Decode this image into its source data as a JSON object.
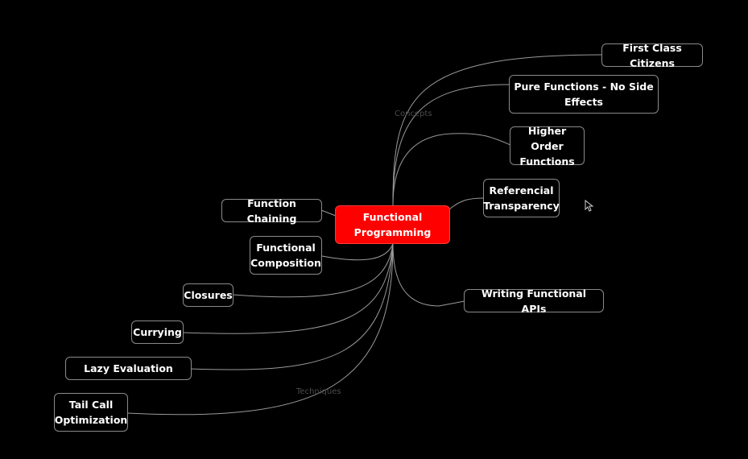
{
  "central": {
    "label": "Functional\nProgramming",
    "color": "#ff0000"
  },
  "groups": {
    "concepts": "Concepts",
    "techniques": "Techniques"
  },
  "concepts": [
    {
      "label": "First Class Citizens"
    },
    {
      "label": "Pure Functions - No Side\nEffects"
    },
    {
      "label": "Higher Order\nFunctions"
    },
    {
      "label": "Referencial\nTransparency"
    },
    {
      "label": "Writing Functional APIs"
    }
  ],
  "techniques": [
    {
      "label": "Function Chaining"
    },
    {
      "label": "Functional\nComposition"
    },
    {
      "label": "Closures"
    },
    {
      "label": "Currying"
    },
    {
      "label": "Lazy Evaluation"
    },
    {
      "label": "Tail Call\nOptimization"
    }
  ],
  "colors": {
    "background": "#000000",
    "link": "#9a9a9a",
    "node_border": "#8a8a8a"
  }
}
